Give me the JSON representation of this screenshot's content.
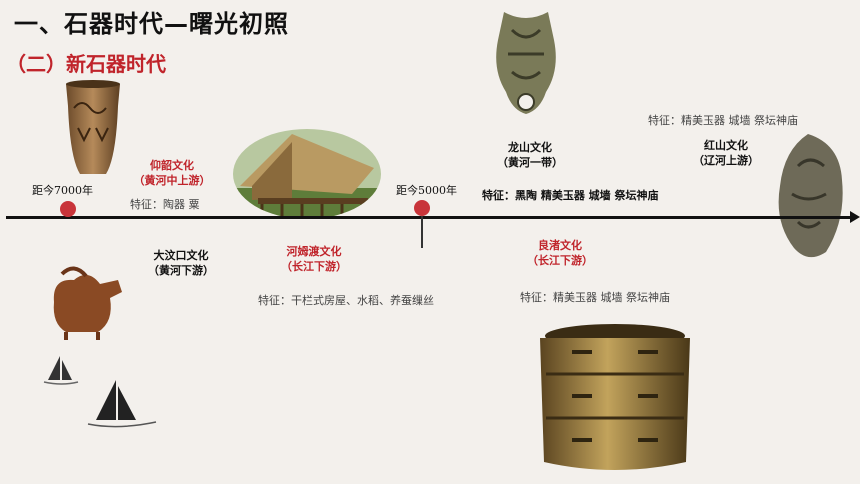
{
  "header": {
    "title": "一、石器时代—曙光初照",
    "subtitle": "（二）新石器时代"
  },
  "timeline": {
    "marker_7000": "距今7000年",
    "marker_5000": "距今5000年"
  },
  "cultures": {
    "yangshao": {
      "name": "仰韶文化",
      "region": "（黄河中上游）",
      "features": "特征：陶器  粟"
    },
    "dawenkou": {
      "name": "大汶口文化",
      "region": "（黄河下游）"
    },
    "hemudu": {
      "name": "河姆渡文化",
      "region": "（长江下游）",
      "features": "特征：干栏式房屋、水稻、养蚕缫丝"
    },
    "longshan": {
      "name": "龙山文化",
      "region": "（黄河一带）",
      "features": "特征：黑陶  精美玉器  城墙  祭坛神庙"
    },
    "liangzhu": {
      "name": "良渚文化",
      "region": "（长江下游）",
      "features": "特征：精美玉器  城墙  祭坛神庙"
    },
    "hongshan": {
      "name": "红山文化",
      "region": "（辽河上游）",
      "features": "特征：精美玉器  城墙  祭坛神庙"
    }
  }
}
